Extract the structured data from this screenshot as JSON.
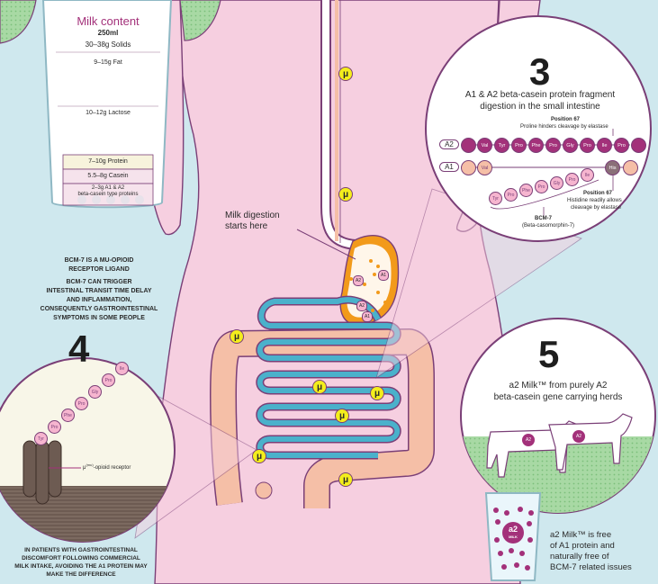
{
  "milk_content": {
    "title": "Milk content",
    "volume": "250ml",
    "solids": "30–38g Solids",
    "fat": "9–15g Fat",
    "lactose": "10–12g Lactose",
    "protein": "7–10g Protein",
    "casein": "5.5–8g Casein",
    "a1a2_line1": "2–3g A1 & A2",
    "a1a2_line2": "beta-casein type proteins"
  },
  "mu_symbol": "μ",
  "milk_digestion": {
    "line1": "Milk digestion",
    "line2": "starts here"
  },
  "stomach_labels": {
    "a2": "A2",
    "a1": "A1"
  },
  "panel3": {
    "number": "3",
    "title_line1": "A1 & A2 beta-casein protein fragment",
    "title_line2": "digestion in the small intestine",
    "pos67_top_title": "Position 67",
    "pos67_top_text": "Proline hinders cleavage by elastase",
    "a2_label": "A2",
    "a1_label": "A1",
    "a2_chain": [
      "Val",
      "Tyr",
      "Pro",
      "Phe",
      "Pro",
      "Gly",
      "Pro",
      "Ile",
      "Pro"
    ],
    "a1_first": "Val",
    "a1_his": "His",
    "bcm7_chain": [
      "Tyr",
      "Pro",
      "Phe",
      "Pro",
      "Gly",
      "Pro",
      "Ile"
    ],
    "pos67_bottom_title": "Position 67",
    "pos67_bottom_line1": "Histidine readily allows",
    "pos67_bottom_line2": "cleavage by elastase",
    "bcm7_title": "BCM-7",
    "bcm7_subtitle": "(Beta-casomorphin-7)"
  },
  "panel4": {
    "heading_line1": "BCM-7 IS A MU-OPIOID",
    "heading_line2": "RECEPTOR LIGAND",
    "body_line1": "BCM-7 CAN TRIGGER",
    "body_line2": "INTESTINAL TRANSIT TIME DELAY",
    "body_line3": "AND INFLAMMATION,",
    "body_line4": "CONSEQUENTLY GASTROINTESTINAL",
    "body_line5": "SYMPTOMS IN SOME PEOPLE",
    "number": "4",
    "chain": [
      "Tyr",
      "Pro",
      "Phe",
      "Pro",
      "Gly",
      "Pro",
      "Ile"
    ],
    "receptor_prefix": "μ",
    "receptor_sup": "(mu)",
    "receptor_suffix": "-opioid receptor",
    "footer_line1": "IN PATIENTS WITH GASTROINTESTINAL",
    "footer_line2": "DISCOMFORT FOLLOWING COMMERCIAL",
    "footer_line3": "MILK INTAKE, AVOIDING THE A1 PROTEIN MAY",
    "footer_line4": "MAKE THE DIFFERENCE"
  },
  "panel5": {
    "number": "5",
    "text_line1": "a2 Milk™ from purely A2",
    "text_line2": "beta-casein gene carrying herds",
    "cow_label": "A2",
    "glass_logo": "a2",
    "glass_logo_sub": "MILK",
    "glass_label": "A2",
    "free_line1": "a2 Milk™ is free",
    "free_line2": "of A1 protein and",
    "free_line3": "naturally free of",
    "free_line4": "BCM-7 related issues"
  },
  "colors": {
    "background": "#cfe8ee",
    "body": "#f6cfe0",
    "purple": "#7a3f77",
    "magenta": "#a3317a",
    "peach": "#f5bfa7",
    "blue": "#4ab1cb",
    "orange": "#f29a1b",
    "yellow": "#f4ee1c",
    "pasture": "#a8d9a4"
  }
}
